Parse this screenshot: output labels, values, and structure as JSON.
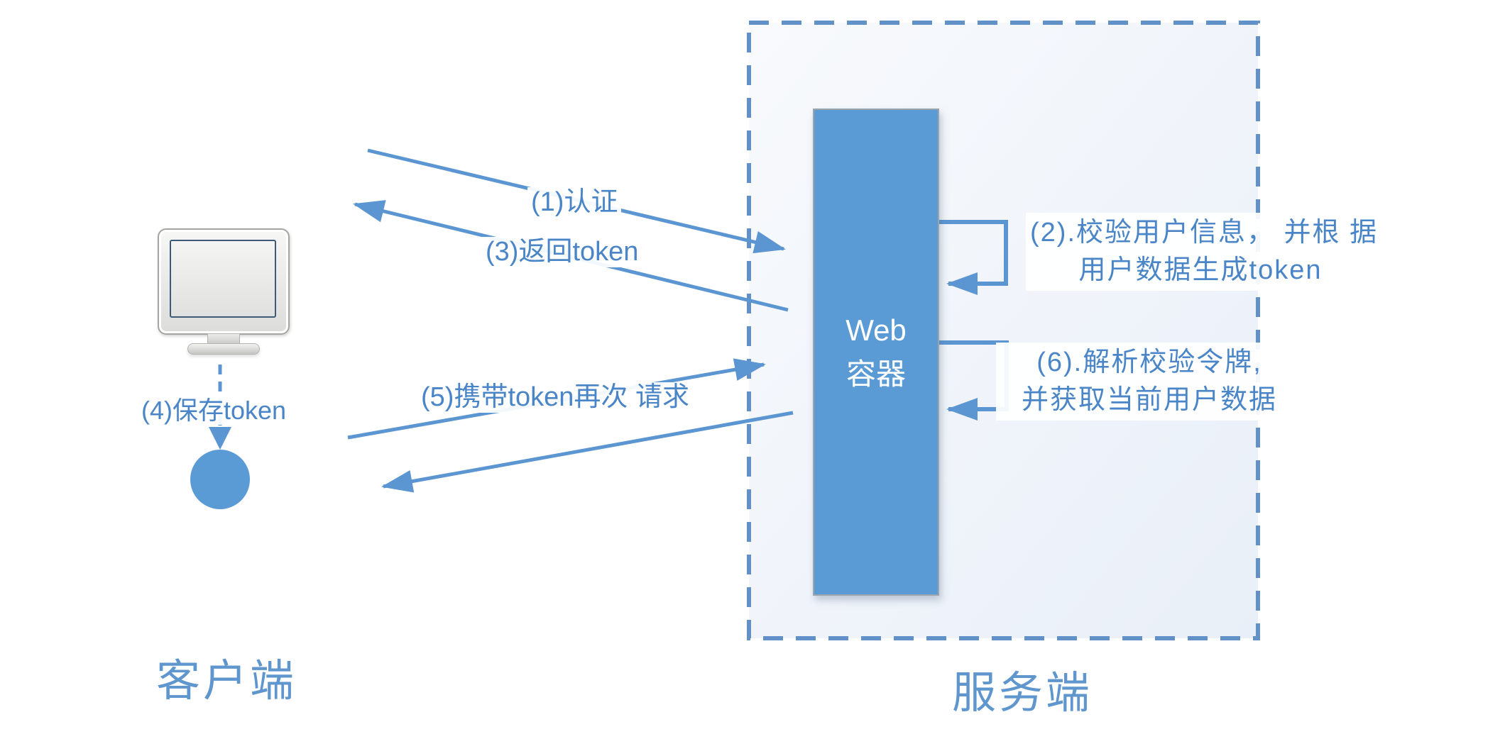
{
  "client": {
    "title": "客户端",
    "icon": "computer-monitor-icon",
    "node_icon": "filled-circle-node-icon",
    "save_token_label": "(4)保存token"
  },
  "server": {
    "title": "服务端",
    "boundary": "dashed-rectangle",
    "container": {
      "line1": "Web",
      "line2": "容器"
    },
    "step2": {
      "line1": "(2).校验用户信息， 并根 据",
      "line2": "用户数据生成token"
    },
    "step6": {
      "line1": "(6).解析校验令牌,",
      "line2": "并获取当前用户数据"
    }
  },
  "flows": {
    "auth": "(1)认证",
    "return_token": "(3)返回token",
    "request_with_token": "(5)携带token再次 请求"
  },
  "colors": {
    "accent_blue": "#5b9bd5",
    "line_blue": "#5b96d2",
    "label_text": "#4a85c7",
    "title_text": "#6096ce",
    "dash_border": "#6291c8",
    "server_bg_top": "#f8fafd",
    "server_bg_bottom": "#e9eff8"
  }
}
